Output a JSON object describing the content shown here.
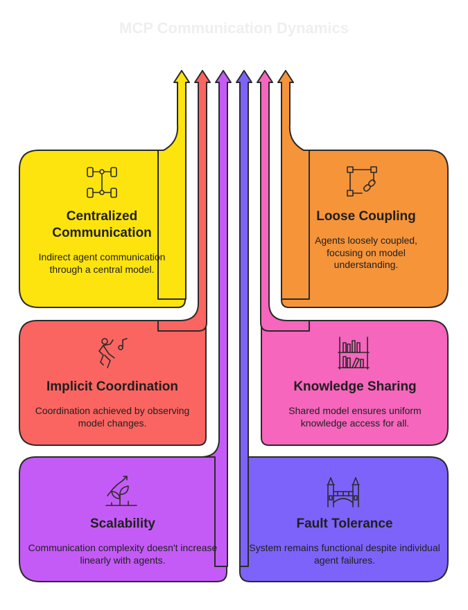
{
  "title": "MCP Communication Dynamics",
  "colors": {
    "yellow": "#FDE40E",
    "red": "#FB6561",
    "purple": "#C45BF6",
    "blue": "#7D63FA",
    "pink": "#F566BC",
    "orange": "#F6943A"
  },
  "cards": [
    {
      "key": "centralized",
      "title": "Centralized Communication",
      "description": "Indirect agent communication through a central model.",
      "color": "#FDE40E",
      "icon": "network-nodes-icon"
    },
    {
      "key": "loose",
      "title": "Loose Coupling",
      "description": "Agents loosely coupled, focusing on model understanding.",
      "color": "#F6943A",
      "icon": "linked-nodes-icon"
    },
    {
      "key": "implicit",
      "title": "Implicit Coordination",
      "description": "Coordination achieved by observing model changes.",
      "color": "#FB6561",
      "icon": "dancing-person-icon"
    },
    {
      "key": "knowledge",
      "title": "Knowledge Sharing",
      "description": "Shared model ensures uniform knowledge access for all.",
      "color": "#F566BC",
      "icon": "bookshelf-icon"
    },
    {
      "key": "scalability",
      "title": "Scalability",
      "description": "Communication complexity doesn't increase linearly with agents.",
      "color": "#C45BF6",
      "icon": "growth-plant-icon"
    },
    {
      "key": "fault",
      "title": "Fault Tolerance",
      "description": "System remains functional despite individual agent failures.",
      "color": "#7D63FA",
      "icon": "castle-bridge-icon"
    }
  ]
}
